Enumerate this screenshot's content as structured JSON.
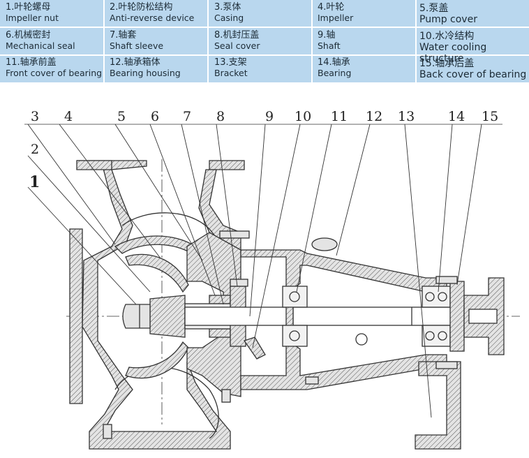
{
  "legend": {
    "items": [
      {
        "zh": "1.叶轮螺母",
        "en": "Impeller nut"
      },
      {
        "zh": "2.叶轮防松结构",
        "en": "Anti-reverse device"
      },
      {
        "zh": "3.泵体",
        "en": "Casing"
      },
      {
        "zh": "4.叶轮",
        "en": "Impeller"
      },
      {
        "zh": "5.泵盖",
        "en": "Pump cover"
      },
      {
        "zh": "6.机械密封",
        "en": "Mechanical seal"
      },
      {
        "zh": "7.轴套",
        "en": "Shaft sleeve"
      },
      {
        "zh": "8.机封压盖",
        "en": "Seal cover"
      },
      {
        "zh": "9.轴",
        "en": "Shaft"
      },
      {
        "zh": "10.水冷结构",
        "en": "Water cooling structure"
      },
      {
        "zh": "11.轴承前盖",
        "en": "Front cover of bearing"
      },
      {
        "zh": "12.轴承箱体",
        "en": "Bearing housing"
      },
      {
        "zh": "13.支架",
        "en": "Bracket"
      },
      {
        "zh": "14.轴承",
        "en": "Bearing"
      },
      {
        "zh": "15.轴承后盖",
        "en": "Back cover of bearing"
      }
    ]
  },
  "callouts": [
    "1",
    "2",
    "3",
    "4",
    "5",
    "6",
    "7",
    "8",
    "9",
    "10",
    "11",
    "12",
    "13",
    "14",
    "15"
  ],
  "colors": {
    "legend_bg": "#b9d7ee",
    "hatch_fill": "#c9c9c9",
    "line": "#333333"
  }
}
